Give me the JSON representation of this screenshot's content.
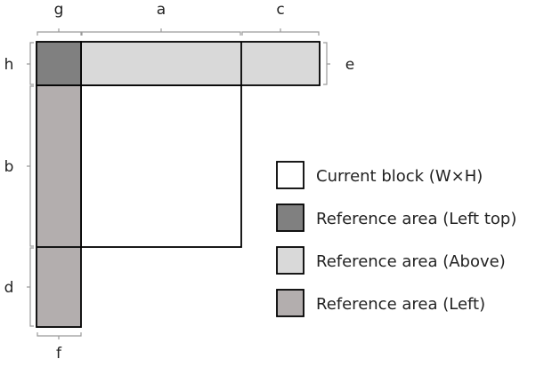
{
  "dimension_labels": {
    "a": "a",
    "b": "b",
    "c": "c",
    "d": "d",
    "e": "e",
    "f": "f",
    "g": "g",
    "h": "h"
  },
  "colors": {
    "current_block": "#ffffff",
    "left_top": "#808080",
    "above": "#d9d9d9",
    "left": "#b3aeae",
    "outline": "#000000",
    "brace": "#9a9a9a"
  },
  "legend": [
    {
      "key": "current_block",
      "label": "Current block (W×H)"
    },
    {
      "key": "left_top",
      "label": "Reference area (Left top)"
    },
    {
      "key": "above",
      "label": "Reference area (Above)"
    },
    {
      "key": "left",
      "label": "Reference area (Left)"
    }
  ]
}
